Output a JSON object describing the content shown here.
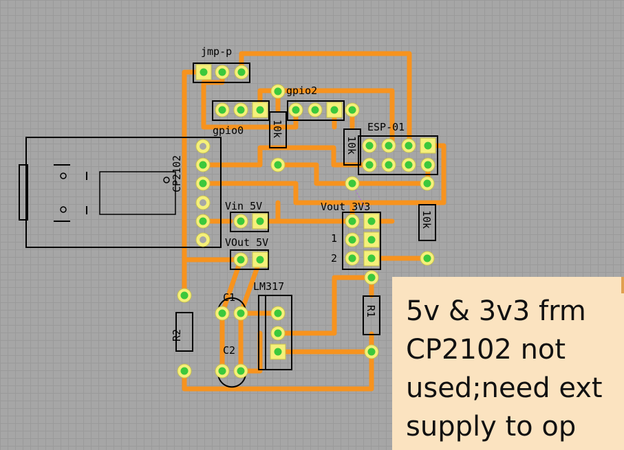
{
  "labels": {
    "jmp_p": "jmp-p",
    "gpio2": "gpio2",
    "gpio0": "gpio0",
    "esp01": "ESP-01",
    "cp2102": "CP2102",
    "vin_5v": "Vin 5V",
    "vout_3v3": "Vout 3V3",
    "vout_5v": "VOut 5V",
    "lm317": "LM317",
    "pin1": "1",
    "pin2": "2",
    "c1": "C1",
    "c2": "C2",
    "r1": "R1",
    "r2": "R2",
    "res_10k_a": "10k",
    "res_10k_b": "10k",
    "res_10k_c": "10k"
  },
  "note": {
    "lines": [
      "5v & 3v3 frm",
      "CP2102 not",
      "used;need ext",
      "supply to op"
    ]
  },
  "colors": {
    "trace": "#f7931e",
    "pad_ring": "#f5f07a",
    "pad_center": "#3cc83c",
    "silkscreen": "#000000",
    "note_bg": "#fbe3c0",
    "board_bg": "#a6a6a6"
  }
}
